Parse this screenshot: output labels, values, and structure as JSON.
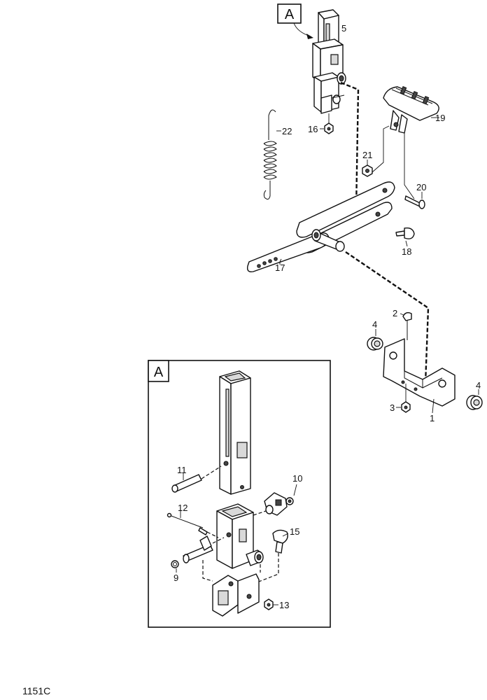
{
  "figure_code": "1151C",
  "detail_ref": "A",
  "callouts": {
    "c1": "1",
    "c2": "2",
    "c3": "3",
    "c4a": "4",
    "c4b": "4",
    "c5": "5",
    "c9": "9",
    "c10": "10",
    "c11": "11",
    "c12": "12",
    "c13": "13",
    "c15": "15",
    "c16": "16",
    "c17": "17",
    "c18": "18",
    "c19": "19",
    "c20": "20",
    "c21": "21",
    "c22": "22"
  }
}
